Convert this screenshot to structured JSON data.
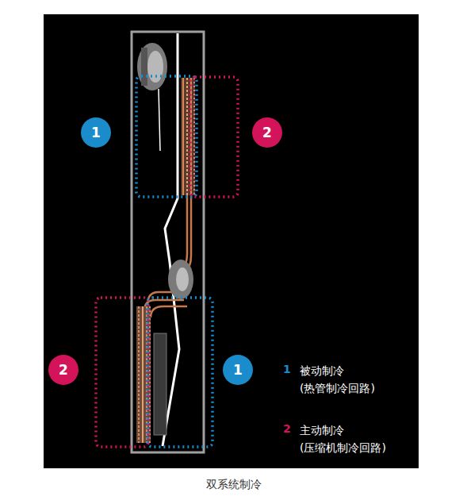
{
  "diagram": {
    "caption": "双系统制冷",
    "nodes": [
      {
        "text": [
          "1"
        ]
      },
      {
        "text": [
          "2"
        ]
      },
      {
        "text": [
          "2"
        ]
      },
      {
        "text": [
          "1"
        ]
      }
    ],
    "labels": [
      "1",
      "2"
    ],
    "legend": [
      {
        "text": "被动制冷 (热管制冷回路)",
        "color": "#1a8ccc"
      },
      {
        "text": "主动制冷 (压缩机制冷回路)",
        "color": "#d4145a"
      }
    ]
  }
}
